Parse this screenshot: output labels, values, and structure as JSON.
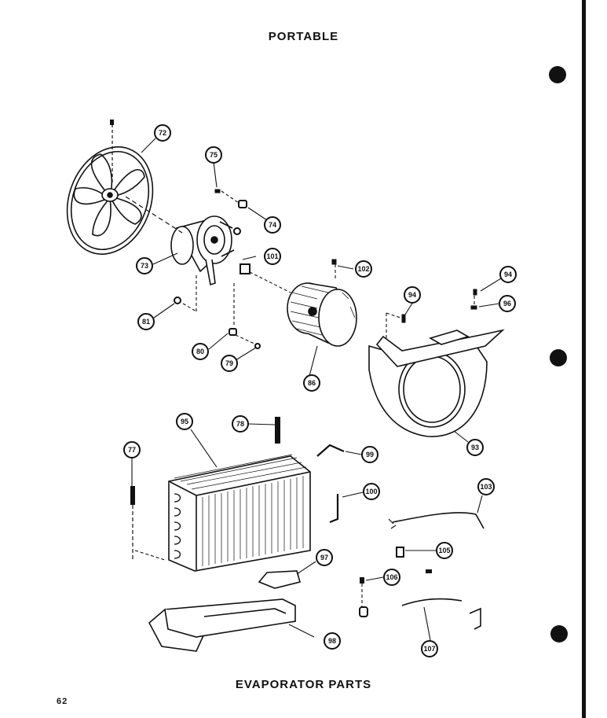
{
  "header": {
    "title": "PORTABLE"
  },
  "footer": {
    "title": "EVAPORATOR PARTS",
    "page_number": "62"
  },
  "callouts": [
    {
      "id": "72",
      "label": "72"
    },
    {
      "id": "75",
      "label": "75"
    },
    {
      "id": "74",
      "label": "74"
    },
    {
      "id": "73",
      "label": "73"
    },
    {
      "id": "101",
      "label": "101"
    },
    {
      "id": "102",
      "label": "102"
    },
    {
      "id": "94a",
      "label": "94"
    },
    {
      "id": "94b",
      "label": "94"
    },
    {
      "id": "96",
      "label": "96"
    },
    {
      "id": "81",
      "label": "81"
    },
    {
      "id": "80",
      "label": "80"
    },
    {
      "id": "79",
      "label": "79"
    },
    {
      "id": "86",
      "label": "86"
    },
    {
      "id": "93",
      "label": "93"
    },
    {
      "id": "95",
      "label": "95"
    },
    {
      "id": "78",
      "label": "78"
    },
    {
      "id": "77",
      "label": "77"
    },
    {
      "id": "99",
      "label": "99"
    },
    {
      "id": "100",
      "label": "100"
    },
    {
      "id": "103",
      "label": "103"
    },
    {
      "id": "105",
      "label": "105"
    },
    {
      "id": "97",
      "label": "97"
    },
    {
      "id": "106",
      "label": "106"
    },
    {
      "id": "98",
      "label": "98"
    },
    {
      "id": "107",
      "label": "107"
    }
  ]
}
